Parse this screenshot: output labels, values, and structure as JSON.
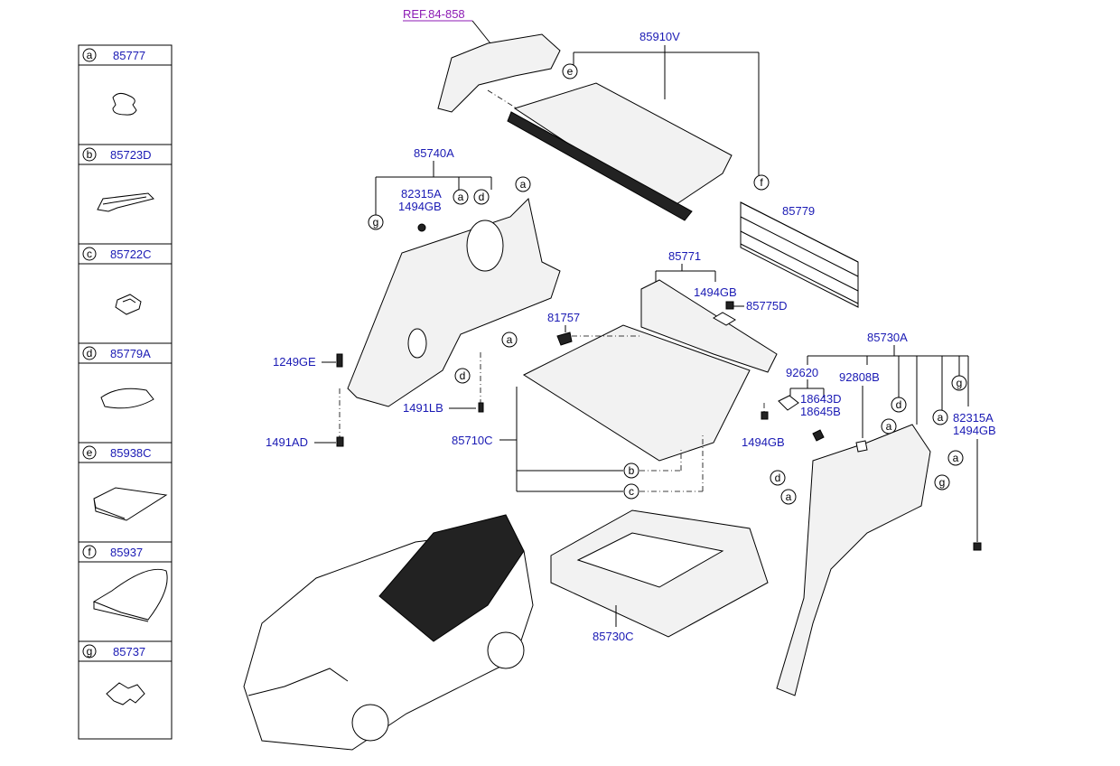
{
  "legend": [
    {
      "letter": "a",
      "part": "85777"
    },
    {
      "letter": "b",
      "part": "85723D"
    },
    {
      "letter": "c",
      "part": "85722C"
    },
    {
      "letter": "d",
      "part": "85779A"
    },
    {
      "letter": "e",
      "part": "85938C"
    },
    {
      "letter": "f",
      "part": "85937"
    },
    {
      "letter": "g",
      "part": "85737"
    }
  ],
  "reference": "REF.84-858",
  "labels": {
    "p85910V": "85910V",
    "p85740A": "85740A",
    "p82315A_l": "82315A",
    "p1494GB_l": "1494GB",
    "p85779": "85779",
    "p85771": "85771",
    "p1494GB_m": "1494GB",
    "p85775D": "85775D",
    "p81757": "81757",
    "p85730A": "85730A",
    "p92620": "92620",
    "p92808B": "92808B",
    "p18643D": "18643D",
    "p18645B": "18645B",
    "p82315A_r": "82315A",
    "p1494GB_r": "1494GB",
    "p1494GB_c": "1494GB",
    "p1249GE": "1249GE",
    "p1491LB": "1491LB",
    "p1491AD": "1491AD",
    "p85710C": "85710C",
    "p85730C": "85730C"
  },
  "callouts": {
    "a": "a",
    "b": "b",
    "c": "c",
    "d": "d",
    "e": "e",
    "f": "f",
    "g": "g"
  }
}
